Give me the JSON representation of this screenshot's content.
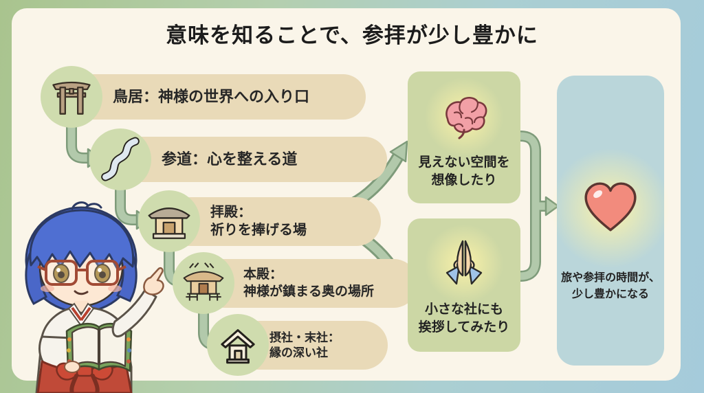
{
  "title": "意味を知ることで、参拝が少し豊かに",
  "steps": [
    {
      "icon": "torii-icon",
      "line1": "鳥居：神様の世界への入り口",
      "line2": ""
    },
    {
      "icon": "winding-path-icon",
      "line1": "参道：心を整える道",
      "line2": ""
    },
    {
      "icon": "shrine-hall-icon",
      "line1": "拝殿：",
      "line2": "祈りを捧げる場"
    },
    {
      "icon": "main-shrine-icon",
      "line1": "本殿：",
      "line2": "神様が鎮まる奥の場所"
    },
    {
      "icon": "small-shrine-icon",
      "line1": "摂社・末社：",
      "line2": "縁の深い社"
    }
  ],
  "outcomes": [
    {
      "icon": "brain-icon",
      "line1": "見えない空間を",
      "line2": "想像したり"
    },
    {
      "icon": "praying-hands-icon",
      "line1": "小さな社にも",
      "line2": "挨拶してみたり"
    }
  ],
  "result": {
    "icon": "heart-icon",
    "line1": "旅や参拝の時間が、",
    "line2": "少し豊かになる"
  },
  "character": {
    "description": "miko-with-book-pointing"
  },
  "colors": {
    "frame_green": "#a9c48e",
    "frame_blue": "#a5cbdb",
    "panel_cream": "#faf5e9",
    "pill_tan": "#e9dab8",
    "circle_green": "#cfdcae",
    "outcome_green": "#ccd7a5",
    "result_blue": "#bad6da",
    "arrow_sage": "#b2c9ab",
    "arrow_outline": "#7e9b7a",
    "glow_yellow": "#fdf3a8",
    "brain_pink": "#f2a0a6",
    "heart_coral": "#f28b7d",
    "text": "#262626"
  }
}
